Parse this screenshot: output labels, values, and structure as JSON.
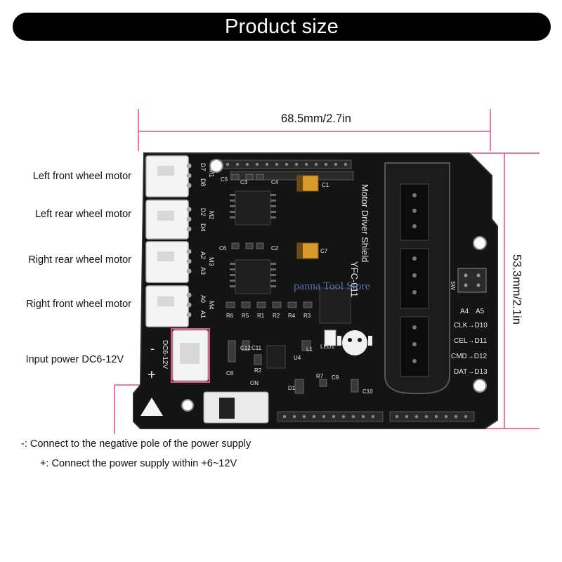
{
  "header": {
    "title": "Product size"
  },
  "dimensions": {
    "width_label": "68.5mm/2.7in",
    "height_label": "53.3mm/2.1in"
  },
  "motor_labels": [
    "Left front wheel motor",
    "Left rear wheel motor",
    "Right rear wheel motor",
    "Right front wheel motor"
  ],
  "power_label": "Input power DC6-12V",
  "notes": {
    "negative": "-: Connect to the negative pole of the power supply",
    "positive": "+: Connect the power supply within +6~12V"
  },
  "board": {
    "title": "Motor Driver Shield",
    "model": "YFC-011",
    "watermark": "panna Tool Store",
    "pin_labels": [
      "D7",
      "D8",
      "M1",
      "D2",
      "D4",
      "M2",
      "A2",
      "A3",
      "M3",
      "A0",
      "A1",
      "M4"
    ],
    "power_marks": {
      "minus": "-",
      "plus": "+",
      "dc": "DC6-12V"
    },
    "switch_labels": [
      "A4",
      "A5",
      "SW"
    ],
    "controller_map": [
      "CLK→D10",
      "CEL→D11",
      "CMD→D12",
      "DAT→D13"
    ],
    "components": [
      "C5",
      "C3",
      "C4",
      "C1",
      "C6",
      "C2",
      "C7",
      "R6",
      "R5",
      "R1",
      "R2",
      "R4",
      "R3",
      "C12",
      "C11",
      "C8",
      "R2",
      "L1",
      "U4",
      "D1",
      "R7",
      "C10",
      "LED1",
      "C9",
      "ON"
    ],
    "colors": {
      "pcb": "#141414",
      "silkscreen": "#e8e8e8",
      "header_bar": "#000000",
      "capacitor": "#d89a2a"
    }
  }
}
